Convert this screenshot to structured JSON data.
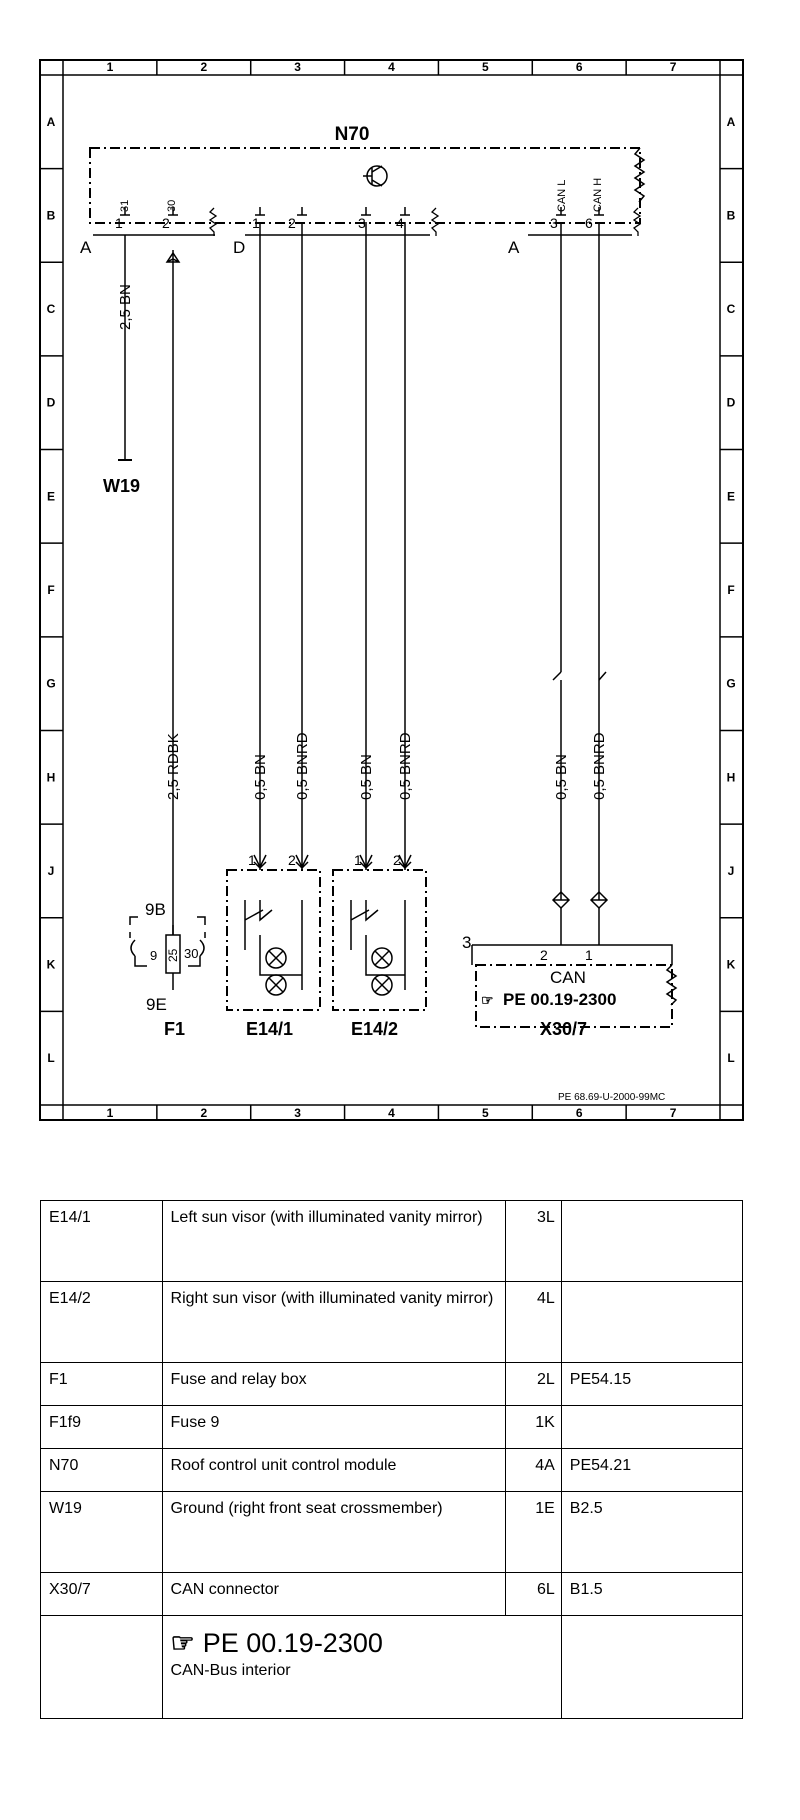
{
  "diagram": {
    "column_labels": [
      "1",
      "2",
      "3",
      "4",
      "5",
      "6",
      "7"
    ],
    "row_labels": [
      "A",
      "B",
      "C",
      "D",
      "E",
      "F",
      "G",
      "H",
      "J",
      "K",
      "L"
    ],
    "module": {
      "name": "N70",
      "connector_a_left": "A",
      "connector_d": "D",
      "connector_a_right": "A",
      "pins": [
        "1",
        "2",
        "1",
        "2",
        "3",
        "4",
        "3",
        "6"
      ],
      "pin_functions": [
        "31",
        "30",
        "CAN L",
        "CAN H"
      ]
    },
    "wires": {
      "ground_wire": "2,5 BN",
      "fuse_wire": "2,5 RDBK",
      "e141_pin1": "0,5 BN",
      "e141_pin2": "0,5 BNRD",
      "e142_pin1": "0,5 BN",
      "e142_pin2": "0,5 BNRD",
      "can_l": "0,5 BN",
      "can_h": "0,5 BNRD"
    },
    "ground": "W19",
    "fuse": {
      "name": "F1",
      "terminal_top": "9B",
      "terminal_bottom": "9E",
      "fuse_number": "9",
      "fuse_rating": "25",
      "terminal_30": "30"
    },
    "visor_left": {
      "name": "E14/1",
      "pin1": "1",
      "pin2": "2"
    },
    "visor_right": {
      "name": "E14/2",
      "pin1": "1",
      "pin2": "2"
    },
    "can_connector": {
      "name": "X30/7",
      "label": "CAN",
      "ref": "PE 00.19-2300",
      "side_number": "3",
      "pin2": "2",
      "pin1": "1"
    },
    "doc_ref": "PE 68.69-U-2000-99MC"
  },
  "legend": {
    "rows": [
      {
        "code": "E14/1",
        "description": "Left sun visor (with illuminated vanity mirror)",
        "location": "3L",
        "reference": ""
      },
      {
        "code": "E14/2",
        "description": "Right sun visor (with illuminated vanity mirror)",
        "location": "4L",
        "reference": ""
      },
      {
        "code": "F1",
        "description": "Fuse and relay box",
        "location": "2L",
        "reference": "PE54.15"
      },
      {
        "code": "F1f9",
        "description": "Fuse 9",
        "location": "1K",
        "reference": ""
      },
      {
        "code": "N70",
        "description": "Roof control unit control module",
        "location": "4A",
        "reference": "PE54.21"
      },
      {
        "code": "W19",
        "description": "Ground (right front seat crossmember)",
        "location": "1E",
        "reference": "B2.5"
      },
      {
        "code": "X30/7",
        "description": "CAN connector",
        "location": "6L",
        "reference": "B1.5"
      }
    ],
    "footer_ref": "PE 00.19-2300",
    "footer_desc": "CAN-Bus interior"
  }
}
